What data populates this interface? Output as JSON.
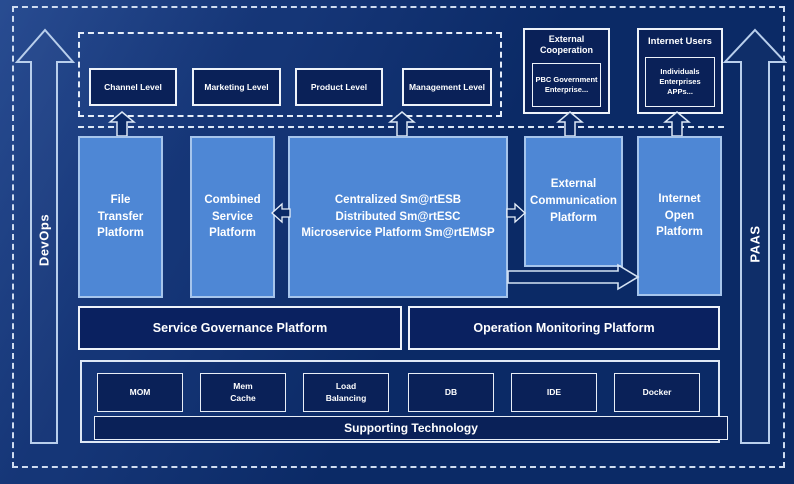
{
  "rails": {
    "devops": "DevOps",
    "paas": "PAAS"
  },
  "levels": {
    "items": [
      "Channel Level",
      "Marketing Level",
      "Product Level",
      "Management Level"
    ]
  },
  "external_cooperation": {
    "title": "External\nCooperation",
    "members": "PBC Government\nEnterprise..."
  },
  "internet_users": {
    "title": "Internet Users",
    "members": "Individuals\nEnterprises\nAPPs..."
  },
  "platforms": [
    {
      "label": "File\nTransfer\nPlatform"
    },
    {
      "label": "Combined\nService\nPlatform"
    },
    {
      "label": "Centralized Sm@rtESB\nDistributed Sm@rtESC\nMicroservice Platform Sm@rtEMSP"
    },
    {
      "label": "External\nCommunication\nPlatform"
    },
    {
      "label": "Internet\nOpen\nPlatform"
    }
  ],
  "governance": {
    "left": "Service Governance Platform",
    "right": "Operation Monitoring Platform"
  },
  "technology": {
    "items": [
      "MOM",
      "Mem\nCache",
      "Load\nBalancing",
      "DB",
      "IDE",
      "Docker"
    ],
    "bar": "Supporting Technology"
  },
  "colors": {
    "background": "#0b2a66",
    "platform_fill": "#4e87d5",
    "platform_border": "#a6c5ec",
    "dark_box_fill": "#0a2158",
    "line": "#ffffff"
  }
}
